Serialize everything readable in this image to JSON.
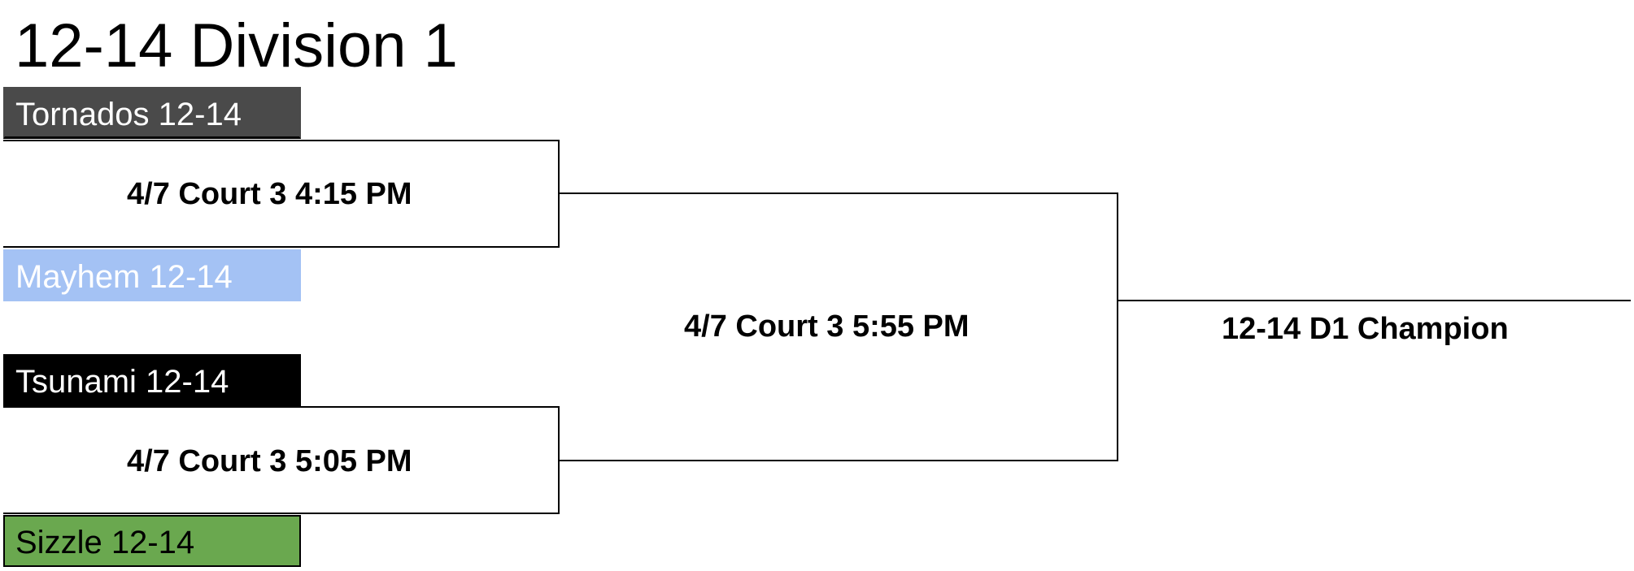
{
  "title": "12-14 Division 1",
  "teams": [
    {
      "name": "Tornados 12-14",
      "color": "#4a4a4a"
    },
    {
      "name": "Mayhem 12-14",
      "color": "#a4c2f4"
    },
    {
      "name": "Tsunami 12-14",
      "color": "#000000"
    },
    {
      "name": "Sizzle 12-14",
      "color": "#6aa84f"
    }
  ],
  "games": [
    {
      "label": "4/7 Court 3 4:15 PM"
    },
    {
      "label": "4/7 Court 3 5:05 PM"
    }
  ],
  "final": {
    "label": "4/7 Court 3 5:55 PM"
  },
  "champion": {
    "label": "12-14 D1 Champion"
  }
}
